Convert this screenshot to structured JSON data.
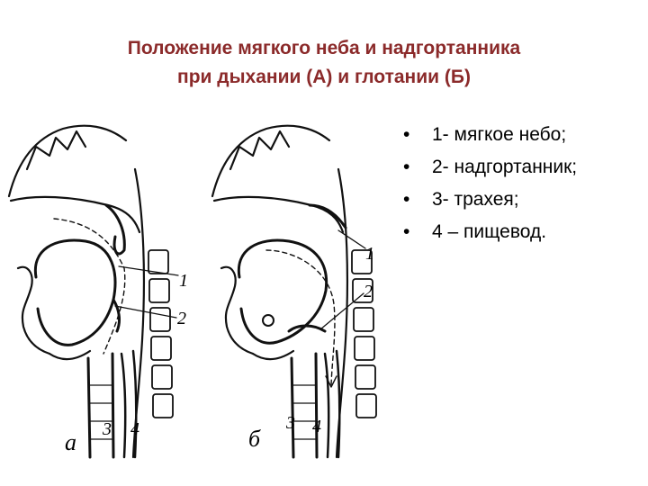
{
  "title": {
    "line1": "Положение мягкого неба и надгортанника",
    "line2": "при дыхании (А) и глотании (Б)"
  },
  "legend": [
    "1- мягкое небо;",
    "2- надгортанник;",
    "3- трахея;",
    "4 – пищевод."
  ],
  "figure_a": {
    "panel_letter": "а",
    "labels": {
      "l1": "1",
      "l2": "2",
      "l3": "3",
      "l4": "4"
    }
  },
  "figure_b": {
    "panel_letter": "б",
    "labels": {
      "l1": "1",
      "l2": "2",
      "l3": "3",
      "l4": "4"
    }
  }
}
